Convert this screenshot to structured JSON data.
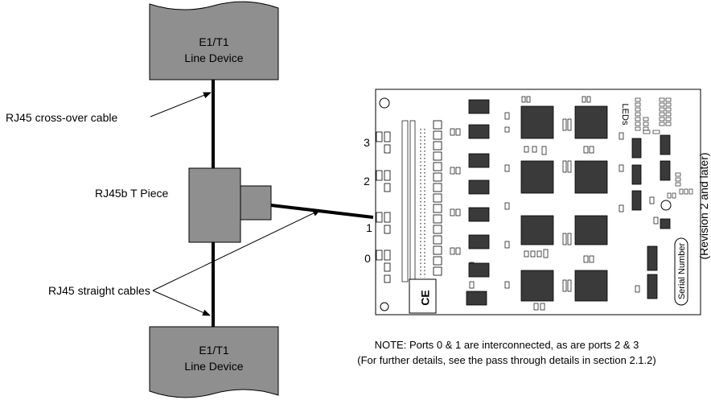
{
  "devices": {
    "top": {
      "line1": "E1/T1",
      "line2": "Line Device"
    },
    "bottom": {
      "line1": "E1/T1",
      "line2": "Line Device"
    }
  },
  "callouts": {
    "crossover": "RJ45 cross-over cable",
    "tpiece": "RJ45b T Piece",
    "straight": "RJ45 straight cables"
  },
  "board": {
    "ports": [
      "3",
      "2",
      "1",
      "0"
    ],
    "ce_mark": "CE",
    "leds_label": "LEDs",
    "serial_label": "Serial Number",
    "revision_label": "(Revision 2 and later)"
  },
  "notes": {
    "line1": "NOTE: Ports 0 & 1 are interconnected, as are ports 2 & 3",
    "line2": "(For further details, see the pass through details in section 2.1.2)"
  },
  "colors": {
    "device_fill": "#8f8f8f",
    "chip_fill": "#3a3a3a",
    "line": "#000000"
  }
}
